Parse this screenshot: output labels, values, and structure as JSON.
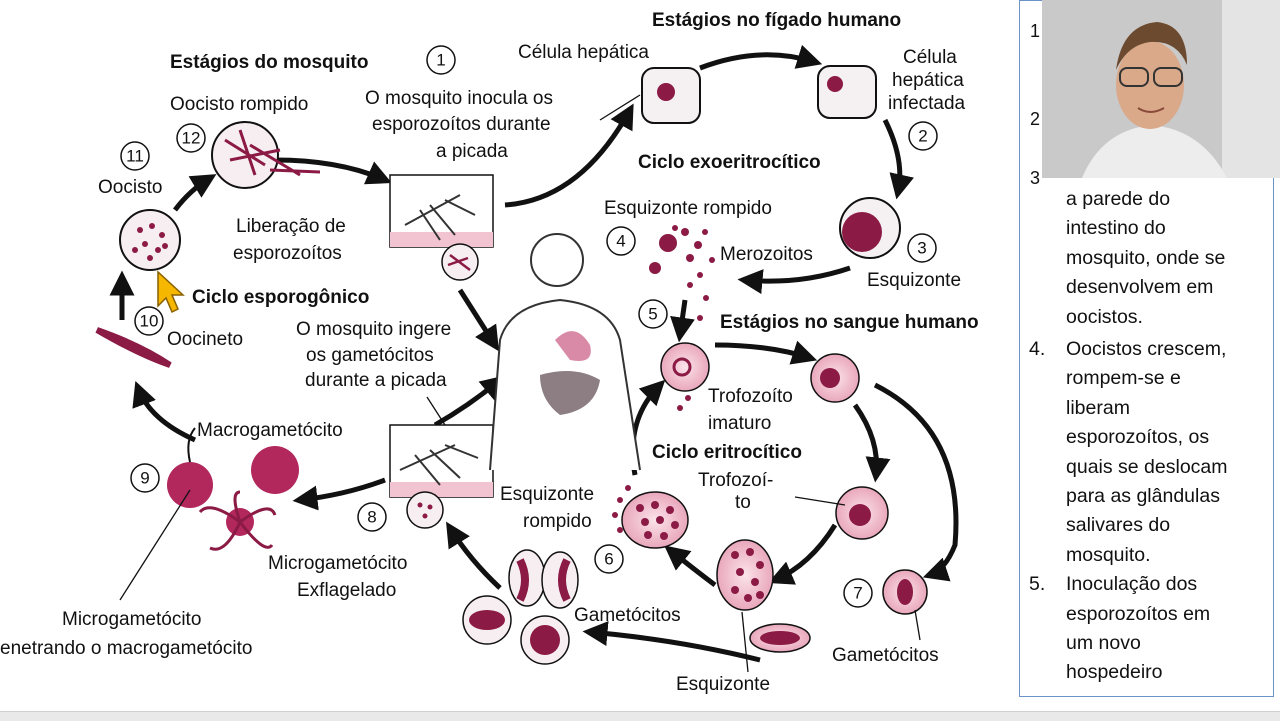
{
  "diagram": {
    "titles": {
      "liver_stages": "Estágios no fígado humano",
      "mosquito_stages": "Estágios do mosquito",
      "exo_cycle": "Ciclo exoeritrocítico",
      "blood_stages": "Estágios no sangue humano",
      "sporogonic_cycle": "Ciclo esporogônico",
      "erythro_cycle": "Ciclo eritrocítico"
    },
    "labels": {
      "hepatic_cell": "Célula hepática",
      "infected_hepatic_1": "Célula",
      "infected_hepatic_2": "hepática",
      "infected_hepatic_3": "infectada",
      "inoculates_1": "O mosquito inocula os",
      "inoculates_2": "esporozoítos durante",
      "inoculates_3": "a picada",
      "ruptured_oocyst": "Oocisto rompido",
      "oocyst": "Oocisto",
      "release_1": "Liberação de",
      "release_2": "esporozoítos",
      "ruptured_schizont": "Esquizonte rompido",
      "merozoites": "Merozoitos",
      "schizont": "Esquizonte",
      "ookinete": "Oocineto",
      "ingests_1": "O mosquito ingere",
      "ingests_2": "os gametócitos",
      "ingests_3": "durante a picada",
      "immature_troph_1": "Trofozoíto",
      "immature_troph_2": "imaturo",
      "trophozoite_1": "Trofozoí-",
      "trophozoite_2": "to",
      "macrogametocyte": "Macrogametócito",
      "ruptured_schizont2_1": "Esquizonte",
      "ruptured_schizont2_2": "rompido",
      "microgametocyte_exfl_1": "Microgametócito",
      "microgametocyte_exfl_2": "Exflagelado",
      "gametocytes": "Gametócitos",
      "gametocytes2": "Gametócitos",
      "microgam_pen_1": "Microgametócito",
      "microgam_pen_2": "enetrando o macrogametócito",
      "schizont_bottom": "Esquizonte"
    },
    "step_numbers": [
      "1",
      "2",
      "3",
      "4",
      "5",
      "6",
      "7",
      "8",
      "9",
      "10",
      "11",
      "12"
    ]
  },
  "notes": {
    "stubs": [
      "1",
      "2",
      "3"
    ],
    "continuation": [
      "a parede do",
      "intestino do",
      "mosquito, onde se",
      "desenvolvem em",
      "oocistos."
    ],
    "items": [
      {
        "num": "4.",
        "lines": [
          "Oocistos crescem,",
          "rompem-se e",
          "liberam",
          "esporozoítos, os",
          "quais se deslocam",
          "para as glândulas",
          "salivares do",
          "mosquito."
        ]
      },
      {
        "num": "5.",
        "lines": [
          "Inoculação dos",
          "esporozoítos em",
          "um novo",
          "hospedeiro"
        ]
      }
    ]
  },
  "colors": {
    "cell_pink": "#f2c4d2",
    "parasite": "#8b1a45",
    "border_blue": "#6b93c8",
    "cursor_yellow": "#f5b700"
  }
}
